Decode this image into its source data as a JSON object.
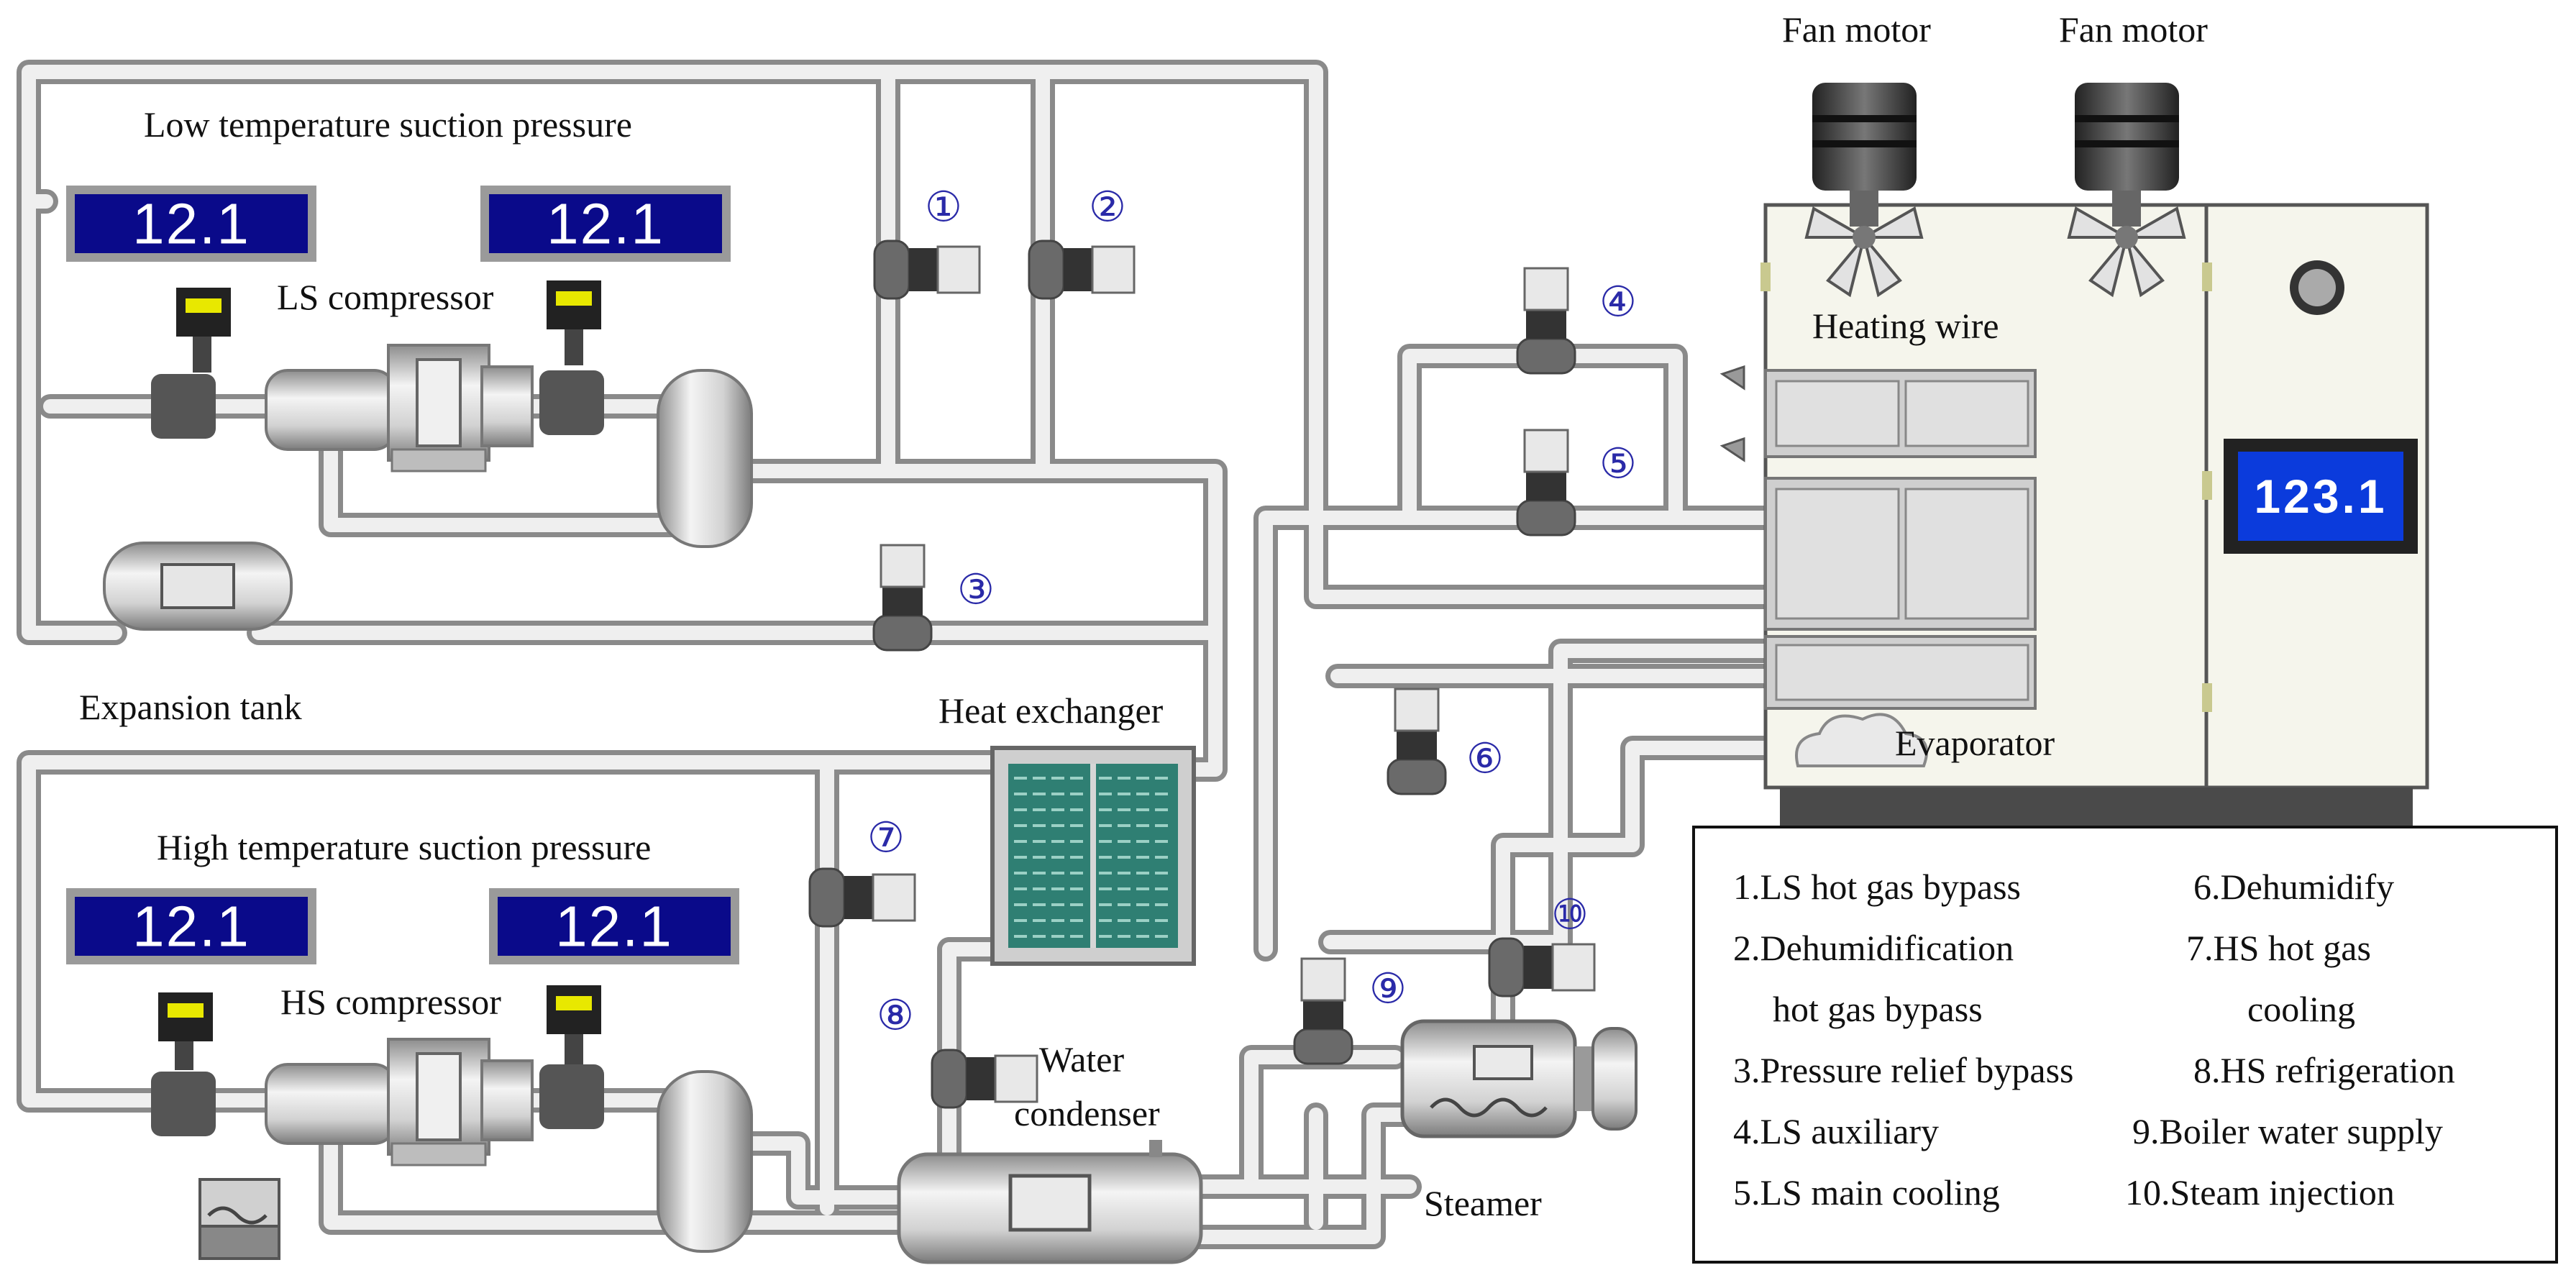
{
  "labels": {
    "low_temp_suction_pressure": "Low temperature suction pressure",
    "high_temp_suction_pressure": "High temperature suction pressure",
    "ls_compressor": "LS compressor",
    "hs_compressor": "HS compressor",
    "expansion_tank": "Expansion tank",
    "heat_exchanger": "Heat exchanger",
    "water_condenser_line1": "Water",
    "water_condenser_line2": "condenser",
    "steamer": "Steamer",
    "evaporator": "Evaporator",
    "heating_wire": "Heating wire",
    "fan_motor_1": "Fan motor",
    "fan_motor_2": "Fan motor"
  },
  "displays": {
    "low_left": "12.1",
    "low_right": "12.1",
    "high_left": "12.1",
    "high_right": "12.1",
    "chamber": "123.1"
  },
  "valve_numbers": [
    "①",
    "②",
    "③",
    "④",
    "⑤",
    "⑥",
    "⑦",
    "⑧",
    "⑨",
    "⑩"
  ],
  "legend": {
    "items": [
      "1.LS hot gas bypass",
      "2.Dehumidification",
      "hot gas bypass",
      "3.Pressure relief bypass",
      "4.LS auxiliary",
      "5.LS main cooling",
      "6.Dehumidify",
      "7.HS hot gas",
      "cooling",
      "8.HS refrigeration",
      "9.Boiler water supply",
      "10.Steam injection"
    ]
  },
  "colors": {
    "pipe_outer": "#8a8a8a",
    "pipe_inner": "#efefef",
    "display_bg": "#0a0a8a",
    "heat_exchanger_core": "#2f7f73",
    "valve_body": "#5a5a5a",
    "chamber_panel": "#f5f5ec"
  }
}
